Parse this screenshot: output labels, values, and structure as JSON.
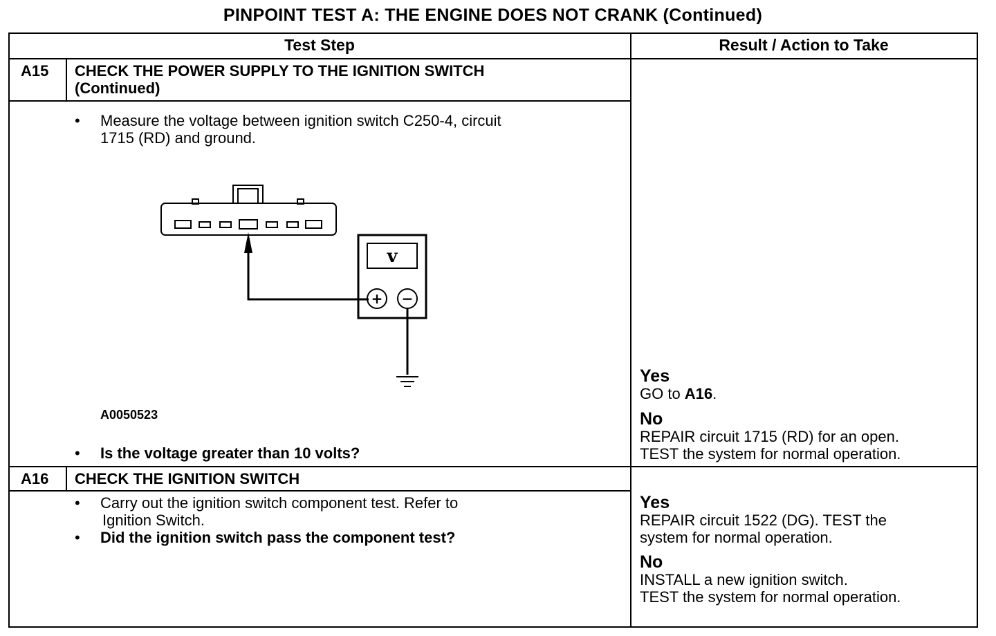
{
  "title": "PINPOINT TEST  A: THE ENGINE DOES NOT CRANK (Continued)",
  "table": {
    "headers": {
      "test_step": "Test Step",
      "result_action": "Result / Action to Take"
    },
    "steps": [
      {
        "id": "A15",
        "heading_line1": "CHECK THE POWER SUPPLY TO THE IGNITION SWITCH",
        "heading_line2": "(Continued)",
        "bullet1_line1": "Measure the voltage between ignition switch C250-4, circuit",
        "bullet1_line2": "1715 (RD) and ground.",
        "figure_id": "A0050523",
        "question": "Is the voltage greater than 10 volts?",
        "yes_label": "Yes",
        "yes_text_pre": "GO to ",
        "yes_text_bold": "A16",
        "yes_text_post": ".",
        "no_label": "No",
        "no_line1": "REPAIR circuit 1715 (RD) for an open.",
        "no_line2": "TEST the system for normal operation."
      },
      {
        "id": "A16",
        "heading_line1": "CHECK THE IGNITION SWITCH",
        "bullet1_line1": "Carry out the ignition switch component test. Refer to",
        "bullet1_line2": "Ignition Switch.",
        "question": "Did the ignition switch pass the component test?",
        "yes_label": "Yes",
        "yes_line1": "REPAIR circuit 1522 (DG). TEST the",
        "yes_line2": "system for normal operation.",
        "no_label": "No",
        "no_line1": "INSTALL a new ignition switch.",
        "no_line2": "TEST the system for normal operation."
      }
    ]
  },
  "meter": {
    "display_symbol": "v",
    "plus_symbol": "+",
    "minus_symbol": "−"
  },
  "bullet_char": "•"
}
